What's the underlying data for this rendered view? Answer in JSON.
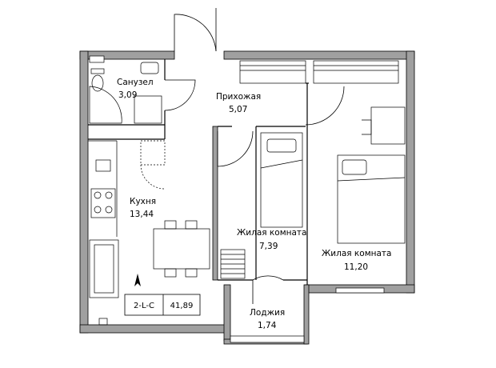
{
  "plan": {
    "rooms": [
      {
        "id": "bathroom",
        "name": "Санузел",
        "area": "3,09"
      },
      {
        "id": "hallway",
        "name": "Прихожая",
        "area": "5,07"
      },
      {
        "id": "kitchen",
        "name": "Кухня",
        "area": "13,44"
      },
      {
        "id": "bedroom-small",
        "name": "Жилая комната",
        "area": "7,39"
      },
      {
        "id": "bedroom-large",
        "name": "Жилая комната",
        "area": "11,20"
      },
      {
        "id": "loggia",
        "name": "Лоджия",
        "area": "1,74"
      }
    ],
    "info": {
      "type_code": "2-L-C",
      "total_area": "41,89"
    },
    "wall_color": "#9a9a9a",
    "line_color": "#000000",
    "north_arrow": "north-arrow-icon"
  }
}
